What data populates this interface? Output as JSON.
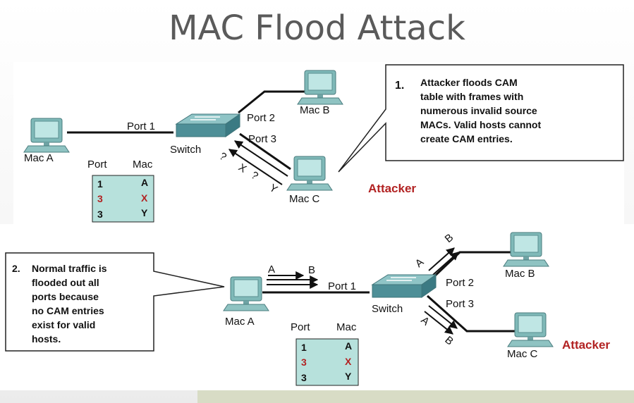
{
  "title": "MAC Flood Attack",
  "top": {
    "callout_number": "1.",
    "callout_lines": [
      "Attacker floods CAM",
      "table with frames with",
      "numerous invalid source",
      "MACs. Valid hosts cannot",
      "create CAM entries."
    ],
    "mac_a": "Mac A",
    "mac_b": "Mac B",
    "mac_c": "Mac C",
    "switch": "Switch",
    "port1": "Port 1",
    "port2": "Port 2",
    "port3": "Port 3",
    "attacker": "Attacker",
    "flood_label_1": "?",
    "flood_label_2": "X",
    "flood_label_3": "?",
    "flood_label_4": "Y",
    "table": {
      "header_port": "Port",
      "header_mac": "Mac",
      "rows": [
        {
          "port": "1",
          "mac": "A"
        },
        {
          "port": "3",
          "mac": "X"
        },
        {
          "port": "3",
          "mac": "Y"
        }
      ]
    }
  },
  "bottom": {
    "callout_number": "2.",
    "callout_lines": [
      "Normal traffic is",
      "flooded out all",
      "ports because",
      "no CAM entries",
      "exist for valid",
      "hosts."
    ],
    "mac_a": "Mac A",
    "mac_b": "Mac B",
    "mac_c": "Mac C",
    "switch": "Switch",
    "port1": "Port 1",
    "port2": "Port 2",
    "port3": "Port 3",
    "attacker": "Attacker",
    "frame_src": "A",
    "frame_dst": "B",
    "table": {
      "header_port": "Port",
      "header_mac": "Mac",
      "rows": [
        {
          "port": "1",
          "mac": "A"
        },
        {
          "port": "3",
          "mac": "X"
        },
        {
          "port": "3",
          "mac": "Y"
        }
      ]
    }
  },
  "colors": {
    "table_bg": "#b7e1dc",
    "pc": "#8fc9c6",
    "switch": "#5e9ea6",
    "attacker": "#b22222"
  }
}
